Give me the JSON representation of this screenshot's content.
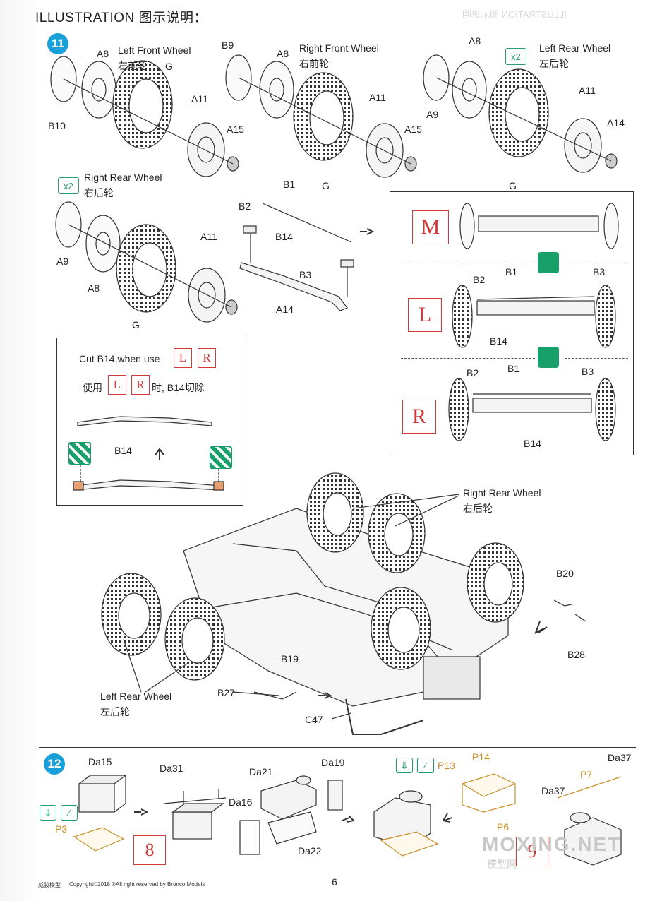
{
  "header": {
    "title": "ILLUSTRATION 图示说明："
  },
  "step11": {
    "number": "11",
    "left_front": {
      "title_en": "Left Front Wheel",
      "title_cn": "左前轮"
    },
    "right_front": {
      "title_en": "Right Front Wheel",
      "title_cn": "右前轮"
    },
    "left_rear_top": {
      "title_en": "Left Rear Wheel",
      "title_cn": "左后轮",
      "qty": "x2"
    },
    "right_rear_top": {
      "title_en": "Right Rear Wheel",
      "title_cn": "右后轮",
      "qty": "x2"
    },
    "parts": {
      "A8": "A8",
      "A9": "A9",
      "A11": "A11",
      "A14": "A14",
      "A15": "A15",
      "B1": "B1",
      "B2": "B2",
      "B3": "B3",
      "B9": "B9",
      "B10": "B10",
      "B14": "B14",
      "B19": "B19",
      "B20": "B20",
      "B27": "B27",
      "B28": "B28",
      "C47": "C47",
      "G": "G"
    },
    "cut_note": {
      "en": "Cut B14,when use",
      "cn_prefix": "使用",
      "cn_suffix": "时, B14切除"
    },
    "variants": {
      "M": "M",
      "L": "L",
      "R": "R"
    },
    "assembly": {
      "right_rear_en": "Right Rear Wheel",
      "right_rear_cn": "右后轮",
      "left_rear_en": "Left Rear Wheel",
      "left_rear_cn": "左后轮"
    }
  },
  "step12": {
    "number": "12",
    "parts": {
      "Da15": "Da15",
      "Da31": "Da31",
      "Da21": "Da21",
      "Da19": "Da19",
      "Da16": "Da16",
      "Da22": "Da22",
      "Da37": "Da37",
      "P3": "P3",
      "P13": "P13",
      "P14": "P14",
      "P6": "P6",
      "P7": "P7"
    },
    "variants": {
      "v8": "8",
      "v9": "9"
    }
  },
  "footer": {
    "brand": "威骏模型",
    "copyright": "Copyright©2018  ®All right reserved by Bronco Models",
    "page": "6"
  },
  "watermark": {
    "en": "MOXING.NET",
    "cn": "模型网"
  },
  "colors": {
    "step_badge": "#1aa0d8",
    "variant_red": "#d23a3a",
    "accent_green": "#19a06a",
    "photo_etch": "#c8902a"
  }
}
